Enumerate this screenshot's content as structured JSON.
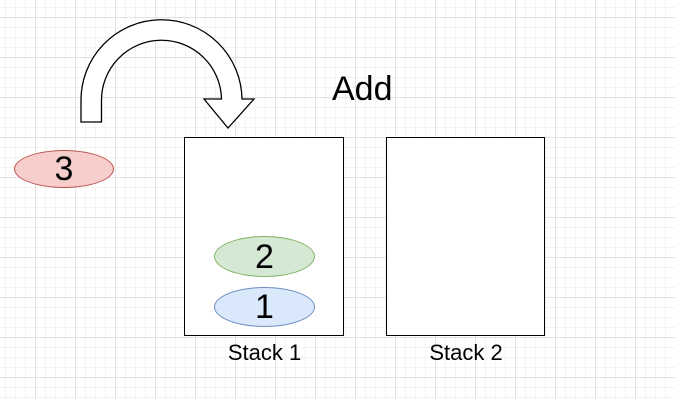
{
  "diagram": {
    "operation_label": "Add",
    "arrow": {
      "kind": "arc-arrow",
      "description": "curved arrow from incoming item over to top of Stack 1",
      "fill": "#ffffff",
      "stroke": "#000000"
    },
    "incoming_item": {
      "value": "3",
      "fill": "#f8cecc",
      "stroke": "#b85450"
    },
    "stacks": [
      {
        "label": "Stack 1",
        "items": [
          {
            "value": "2",
            "fill": "#d5e8d4",
            "stroke": "#82b366"
          },
          {
            "value": "1",
            "fill": "#dae8fc",
            "stroke": "#6c8ebf"
          }
        ]
      },
      {
        "label": "Stack 2",
        "items": []
      }
    ],
    "canvas": {
      "background": "#ffffff",
      "grid_minor_color": "#f5f3f0",
      "grid_major_color": "#e2e2e2"
    }
  }
}
